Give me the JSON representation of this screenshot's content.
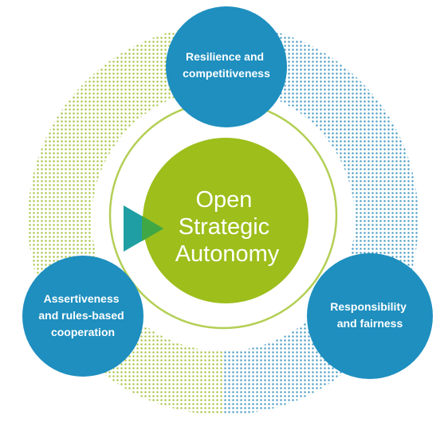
{
  "center": {
    "lines": [
      "Open",
      "Strategic",
      "Autonomy"
    ],
    "color": "#9dbe1b"
  },
  "nodes": [
    {
      "id": "top",
      "lines": [
        "Resilience and",
        "competitiveness"
      ]
    },
    {
      "id": "left",
      "lines": [
        "Assertiveness",
        "and rules-based",
        "cooperation"
      ]
    },
    {
      "id": "right",
      "lines": [
        "Responsibility",
        "and fairness"
      ]
    }
  ],
  "colors": {
    "node": "#1e8fbf",
    "ring": "#9dbe1b",
    "dots_blue": "#4f9fc7",
    "dots_green": "#a8c64a",
    "arrow_teal": "#1f9fa3",
    "arrow_green": "#3fa845"
  }
}
